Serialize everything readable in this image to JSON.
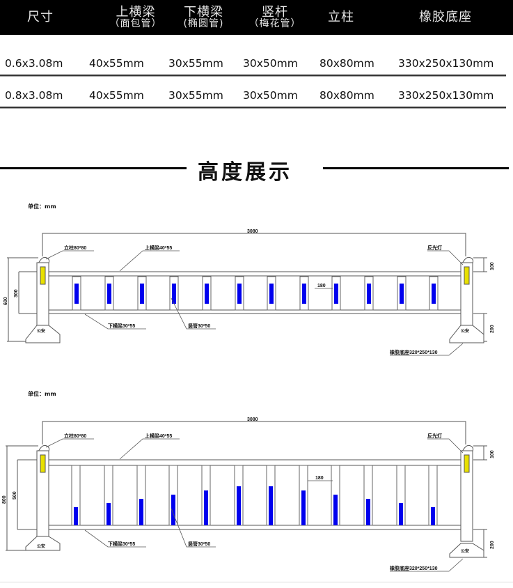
{
  "spec_table": {
    "headers": [
      {
        "main": "尺寸",
        "sub": ""
      },
      {
        "main": "上横梁",
        "sub": "（面包管）"
      },
      {
        "main": "下横梁",
        "sub": "(椭圆管)"
      },
      {
        "main": "竖杆",
        "sub": "（梅花管）"
      },
      {
        "main": "立柱",
        "sub": ""
      },
      {
        "main": "橡胶底座",
        "sub": ""
      }
    ],
    "rows": [
      [
        "0.6x3.08m",
        "40x55mm",
        "30x55mm",
        "30x50mm",
        "80x80mm",
        "330x250x130mm"
      ],
      [
        "0.8x3.08m",
        "40x55mm",
        "30x55mm",
        "30x50mm",
        "80x80mm",
        "330x250x130mm"
      ]
    ]
  },
  "section": {
    "title": "高度展示"
  },
  "diagrams": [
    {
      "unit_label": "单位：mm",
      "total_length": "3080",
      "height_total": "600",
      "height_panel": "300",
      "top_cap": "100",
      "base_height": "200",
      "spacing": "180",
      "labels": {
        "post": "立柱80*80",
        "top_rail": "上横梁40*55",
        "bottom_rail": "下横梁30*55",
        "picket": "竖管30*50",
        "reflector": "反光灯",
        "base": "橡胶底座320*250*130",
        "base_mark": "公安"
      }
    },
    {
      "unit_label": "单位：mm",
      "total_length": "3080",
      "height_total": "800",
      "height_panel": "500",
      "top_cap": "100",
      "base_height": "200",
      "spacing": "180",
      "labels": {
        "post": "立柱80*80",
        "top_rail": "上横梁40*55",
        "bottom_rail": "下横梁30*55",
        "picket": "竖管30*50",
        "reflector": "反光灯",
        "base": "橡胶底座320*250*130",
        "base_mark": "公安"
      }
    }
  ],
  "colors": {
    "header_bg": "#000000",
    "picket_accent": "#0000ee",
    "reflector": "#e8e000"
  }
}
